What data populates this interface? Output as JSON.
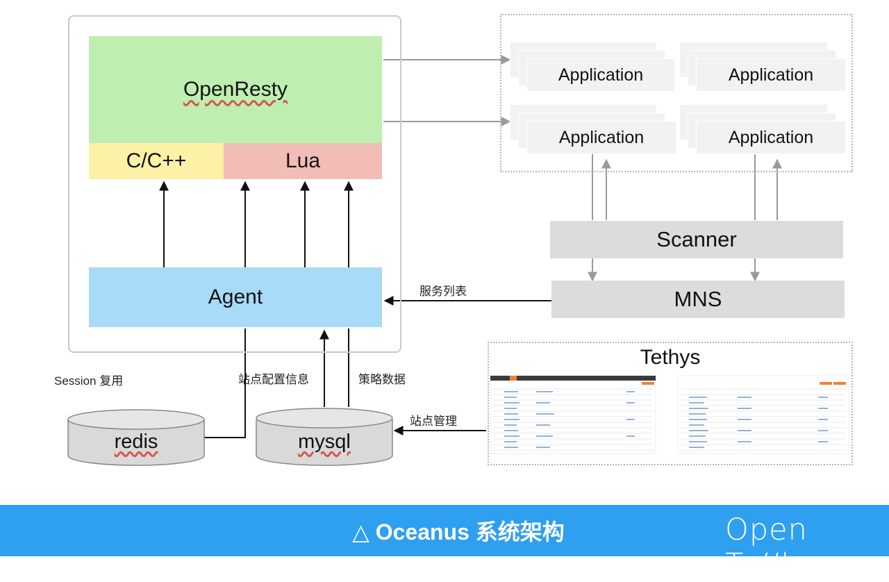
{
  "blocks": {
    "openresty": "OpenResty",
    "cpp": "C/C++",
    "lua": "Lua",
    "agent": "Agent",
    "scanner": "Scanner",
    "mns": "MNS",
    "tethys": "Tethys",
    "redis": "redis",
    "mysql": "mysql"
  },
  "applications": [
    "Application",
    "Application",
    "Application",
    "Application"
  ],
  "labels": {
    "service_list": "服务列表",
    "session_reuse": "Session 复用",
    "site_config": "站点配置信息",
    "policy_data": "策略数据",
    "site_manage": "站点管理"
  },
  "footer": {
    "title": "△ Oceanus 系统架构",
    "brand": "Open Ta//k"
  },
  "colors": {
    "openresty": "#bfefb0",
    "cpp": "#fdf1a6",
    "lua": "#f2bdb6",
    "agent": "#a7dbf7",
    "gray_box": "#dcdcdc",
    "footer": "#2f9ff0",
    "tethys_accent": "#f0813a"
  }
}
